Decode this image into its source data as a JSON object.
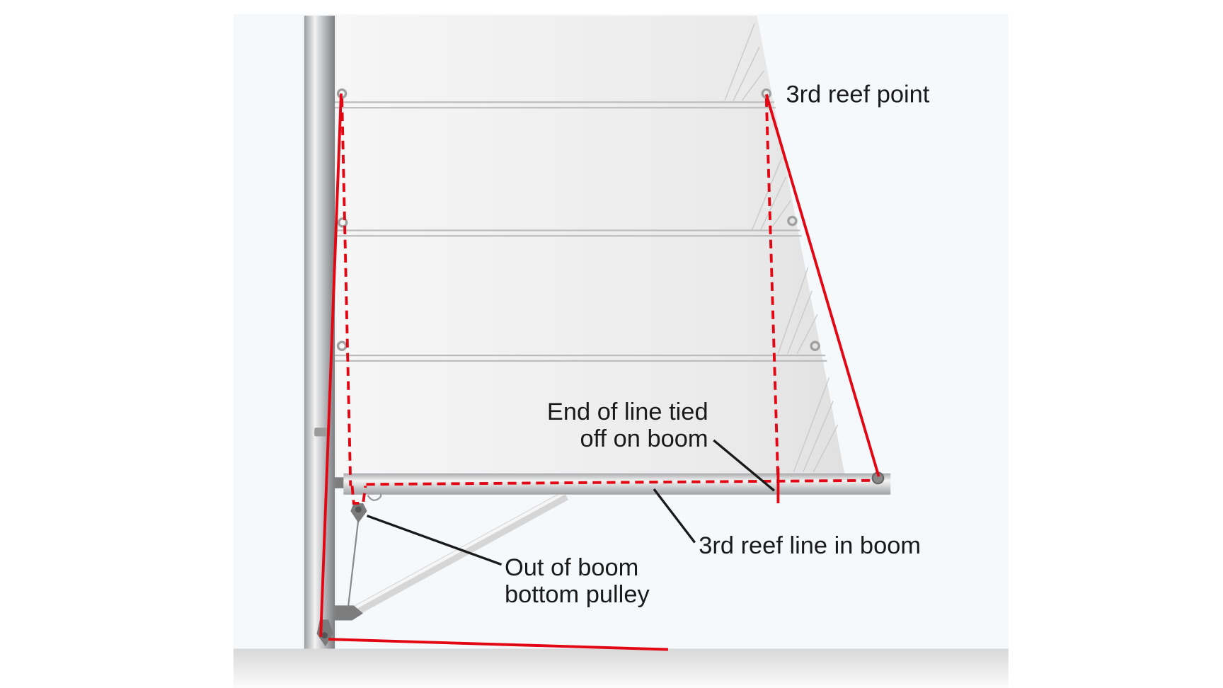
{
  "labels": {
    "reef_point": "3rd reef point",
    "end_of_line_1": "End of line tied",
    "end_of_line_2": "off on boom",
    "reef_line": "3rd reef line in boom",
    "pulley_1": "Out of boom",
    "pulley_2": "bottom pulley"
  },
  "colors": {
    "reef_line": "#e30613",
    "background": "#f5f9fc",
    "sail": "#eeeeee",
    "spar": "#b8babd"
  }
}
